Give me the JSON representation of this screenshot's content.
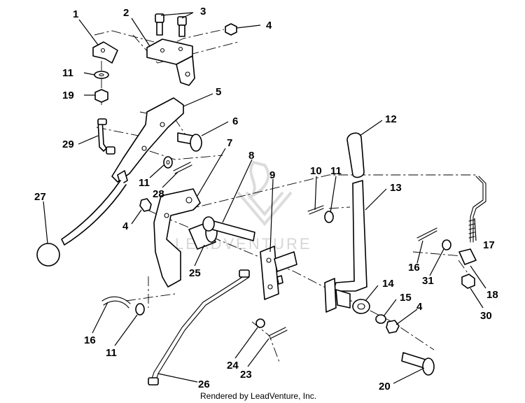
{
  "watermark": {
    "text": "LEADVENTURE"
  },
  "footer": {
    "text": "Rendered by LeadVenture, Inc."
  },
  "callouts": [
    {
      "id": "c1",
      "label": "1"
    },
    {
      "id": "c2",
      "label": "2"
    },
    {
      "id": "c3",
      "label": "3"
    },
    {
      "id": "c4a",
      "label": "4"
    },
    {
      "id": "c11a",
      "label": "11"
    },
    {
      "id": "c19",
      "label": "19"
    },
    {
      "id": "c5",
      "label": "5"
    },
    {
      "id": "c6",
      "label": "6"
    },
    {
      "id": "c29",
      "label": "29"
    },
    {
      "id": "c7",
      "label": "7"
    },
    {
      "id": "c8",
      "label": "8"
    },
    {
      "id": "c12",
      "label": "12"
    },
    {
      "id": "c10",
      "label": "10"
    },
    {
      "id": "c11b",
      "label": "11"
    },
    {
      "id": "c9",
      "label": "9"
    },
    {
      "id": "c13",
      "label": "13"
    },
    {
      "id": "c27",
      "label": "27"
    },
    {
      "id": "c11c",
      "label": "11"
    },
    {
      "id": "c28",
      "label": "28"
    },
    {
      "id": "c4b",
      "label": "4"
    },
    {
      "id": "c25",
      "label": "25"
    },
    {
      "id": "c17",
      "label": "17"
    },
    {
      "id": "c16a",
      "label": "16"
    },
    {
      "id": "c31",
      "label": "31"
    },
    {
      "id": "c18",
      "label": "18"
    },
    {
      "id": "c14",
      "label": "14"
    },
    {
      "id": "c15",
      "label": "15"
    },
    {
      "id": "c4c",
      "label": "4"
    },
    {
      "id": "c30",
      "label": "30"
    },
    {
      "id": "c16b",
      "label": "16"
    },
    {
      "id": "c11d",
      "label": "11"
    },
    {
      "id": "c24",
      "label": "24"
    },
    {
      "id": "c23",
      "label": "23"
    },
    {
      "id": "c26",
      "label": "26"
    },
    {
      "id": "c20",
      "label": "20"
    }
  ]
}
